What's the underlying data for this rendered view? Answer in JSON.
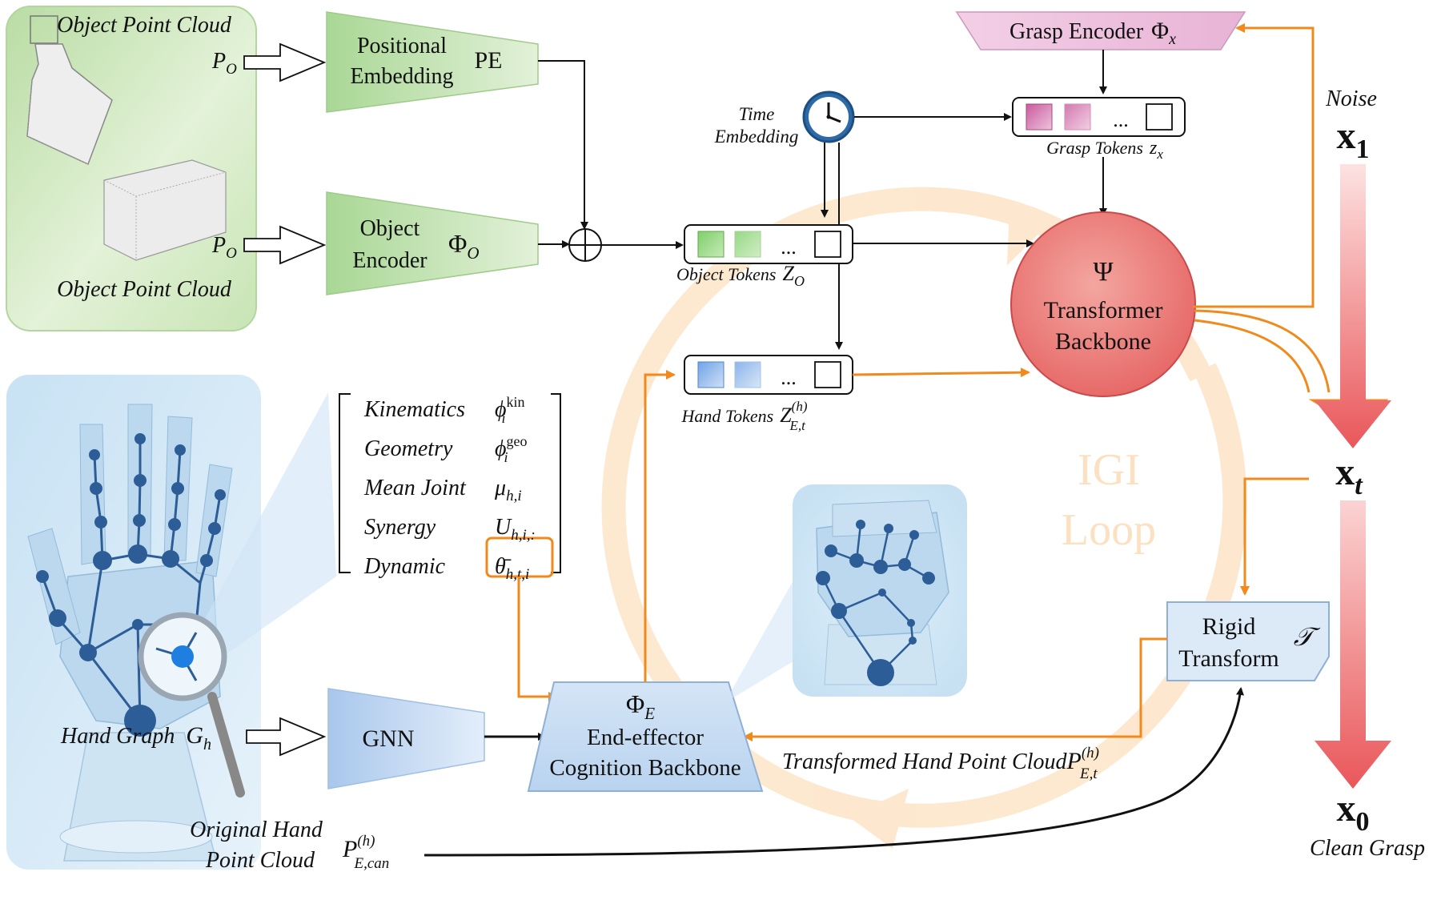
{
  "object_panel": {
    "label_top": "Object Point Cloud",
    "label_bottom": "Object Point Cloud",
    "p_o_top": "P",
    "p_o_top_sub": "O",
    "p_o_bottom": "P",
    "p_o_bottom_sub": "O"
  },
  "positional_embedding": {
    "line1": "Positional",
    "line2": "Embedding",
    "tag": "PE"
  },
  "object_encoder": {
    "line1": "Object",
    "line2": "Encoder",
    "tag": "Φ",
    "tag_sub": "O"
  },
  "time_embedding": {
    "line1": "Time",
    "line2": "Embedding"
  },
  "grasp_encoder": {
    "label": "Grasp Encoder",
    "tag": "Φ",
    "tag_sub": "x"
  },
  "grasp_tokens": {
    "dots": "...",
    "label": "Grasp Tokens",
    "sym": "z",
    "sym_sub": "x"
  },
  "object_tokens": {
    "dots": "...",
    "label": "Object Tokens",
    "sym": "Z",
    "sym_sub": "O"
  },
  "hand_tokens": {
    "dots": "...",
    "label": "Hand Tokens",
    "sym": "Z",
    "sym_sup": "(h)",
    "sym_sub": "E,t"
  },
  "transformer": {
    "symbol": "Ψ",
    "line1": "Transformer",
    "line2": "Backbone"
  },
  "noise": {
    "label": "Noise",
    "sym": "x",
    "sub": "1"
  },
  "x_t": {
    "sym": "x",
    "sub": "t"
  },
  "x_0": {
    "sym": "x",
    "sub": "0",
    "label": "Clean Grasp"
  },
  "igi_loop": {
    "line1": "IGI",
    "line2": "Loop"
  },
  "features": [
    {
      "name": "Kinematics",
      "sym": "ϕ",
      "sub": "i",
      "sup": "kin"
    },
    {
      "name": "Geometry",
      "sym": "ϕ",
      "sub": "i",
      "sup": "geo"
    },
    {
      "name": "Mean Joint",
      "sym": "μ",
      "sub": "h,i",
      "sup": ""
    },
    {
      "name": "Synergy",
      "sym": "U",
      "sub": "h,i,:",
      "sup": ""
    },
    {
      "name": "Dynamic",
      "sym": "θ̄",
      "sub": "h,t,i",
      "sup": ""
    }
  ],
  "hand_graph": {
    "label": "Hand Graph",
    "sym": "G",
    "sub": "h"
  },
  "gnn": {
    "label": "GNN"
  },
  "end_effector": {
    "symbol": "Φ",
    "symbol_sub": "E",
    "line1": "End-effector",
    "line2": "Cognition Backbone"
  },
  "rigid_transform": {
    "line1": "Rigid",
    "line2": "Transform",
    "sym": "𝒯"
  },
  "transformed_hand": {
    "label": "Transformed Hand Point Cloud",
    "sym": "P",
    "sup": "(h)",
    "sub": "E,t"
  },
  "original_hand": {
    "line1": "Original Hand",
    "line2": "Point Cloud",
    "sym": "P",
    "sup": "(h)",
    "sub": "E,can"
  },
  "colors": {
    "orange": "#f08a1c",
    "green_panel": "#cfe8bf",
    "blue_panel": "#d8ebf7",
    "transformer": "#e8716f",
    "arrow_red": "#e85a5a"
  }
}
